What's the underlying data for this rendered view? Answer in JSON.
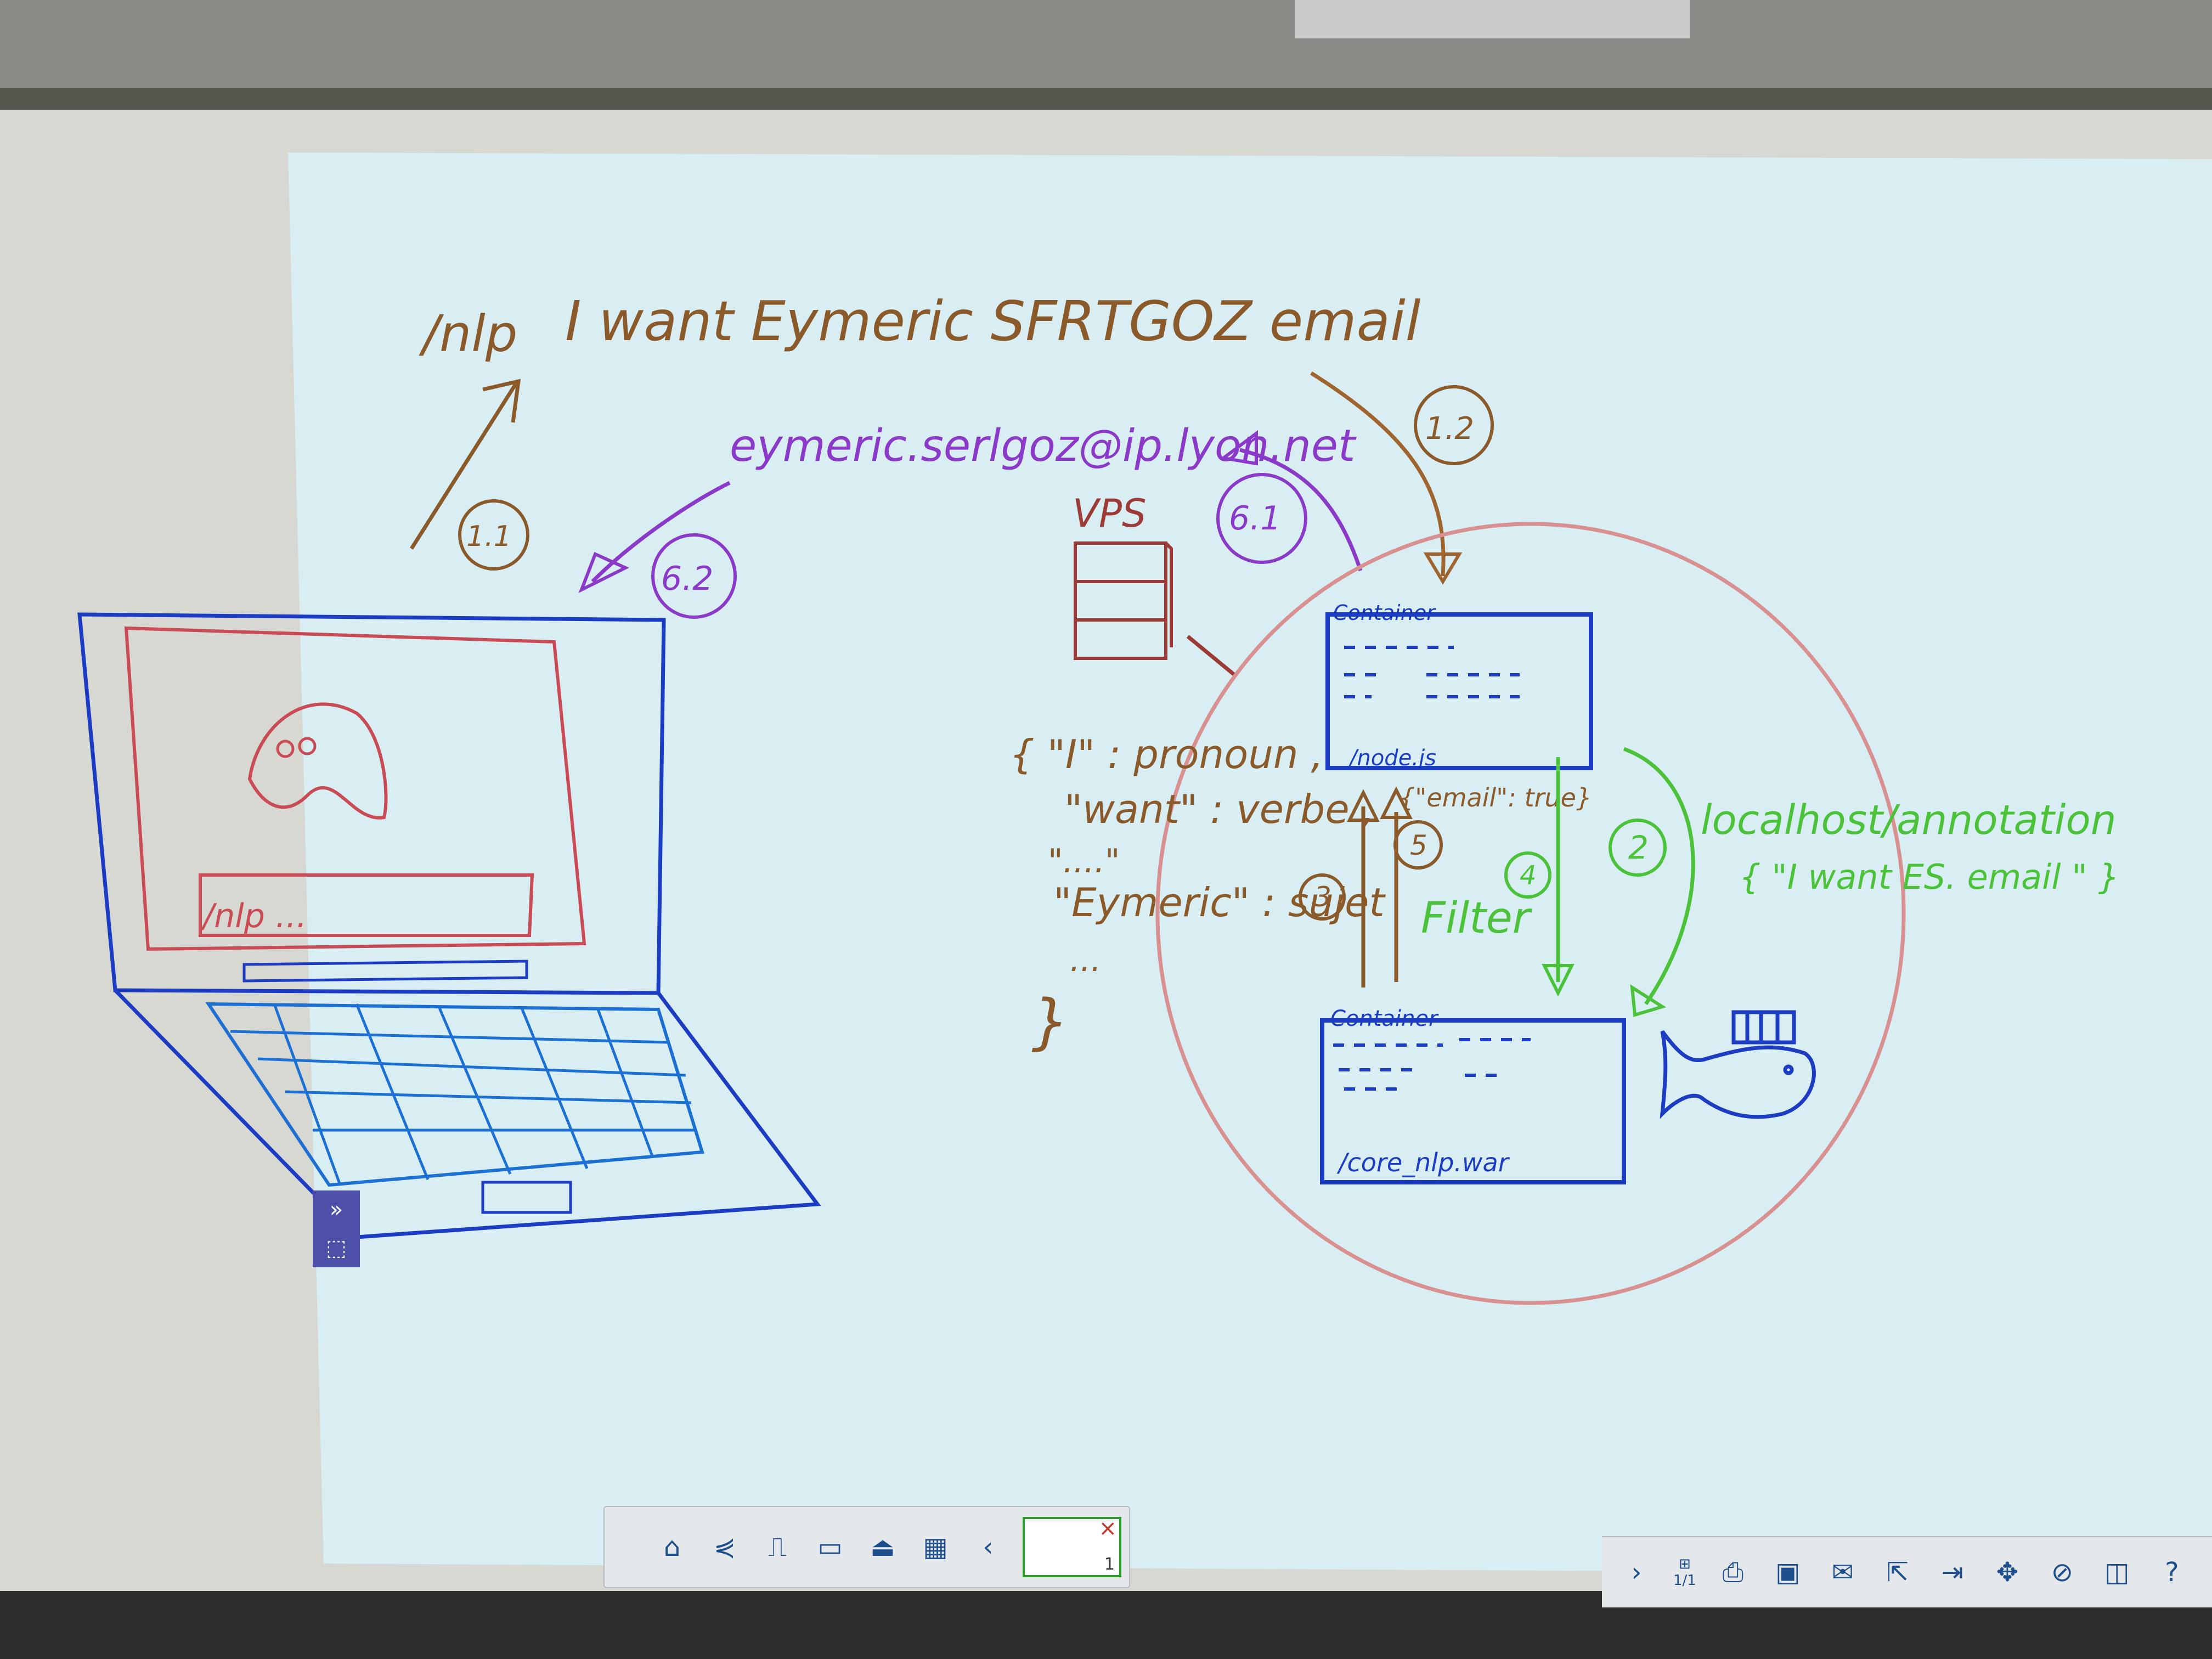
{
  "board_text": {
    "top_command": "/nlp",
    "top_sentence": "I want Eymeric SFRTGOZ email",
    "email_result": "eymeric.serlgoz@ip.lyon.net",
    "step_1_1": "1.1",
    "step_1_2": "1.2",
    "step_6_1": "6.1",
    "step_6_2": "6.2",
    "step_2": "2",
    "step_3": "3",
    "step_4": "4",
    "step_5": "5",
    "vps_label": "VPS",
    "container_top_title": "Container",
    "container_top_file": "/node.js",
    "container_bottom_title": "Container",
    "container_bottom_file": "/core_nlp.war",
    "json_line1": "{ \"I\" : pronoun ,",
    "json_line2": "\"want\" : verbe ,",
    "json_line3": "\"....\"",
    "json_line4": "\"Eymeric\" : sujet",
    "json_line5": "...",
    "json_line6": "}",
    "email_true": "{\"email\": true}",
    "filter_label": "Filter",
    "localhost": "localhost/annotation",
    "localhost_body": "{ \"I want ES. email \" }",
    "laptop_input": "/nlp ..."
  },
  "toolbar": {
    "page_indicator": "1/1",
    "thumbnail_page": "1",
    "help": "?"
  },
  "icons": {
    "left": [
      "home-icon",
      "share-icon",
      "whiteboard-icon",
      "folder-icon",
      "clear-icon",
      "layout-icon",
      "prev-page-icon"
    ],
    "right": [
      "next-page-icon",
      "add-page-icon",
      "print-icon",
      "save-icon",
      "email-icon",
      "share-screen-icon",
      "import-icon",
      "zoom-icon",
      "disable-icon",
      "dual-page-icon",
      "help-icon"
    ]
  }
}
